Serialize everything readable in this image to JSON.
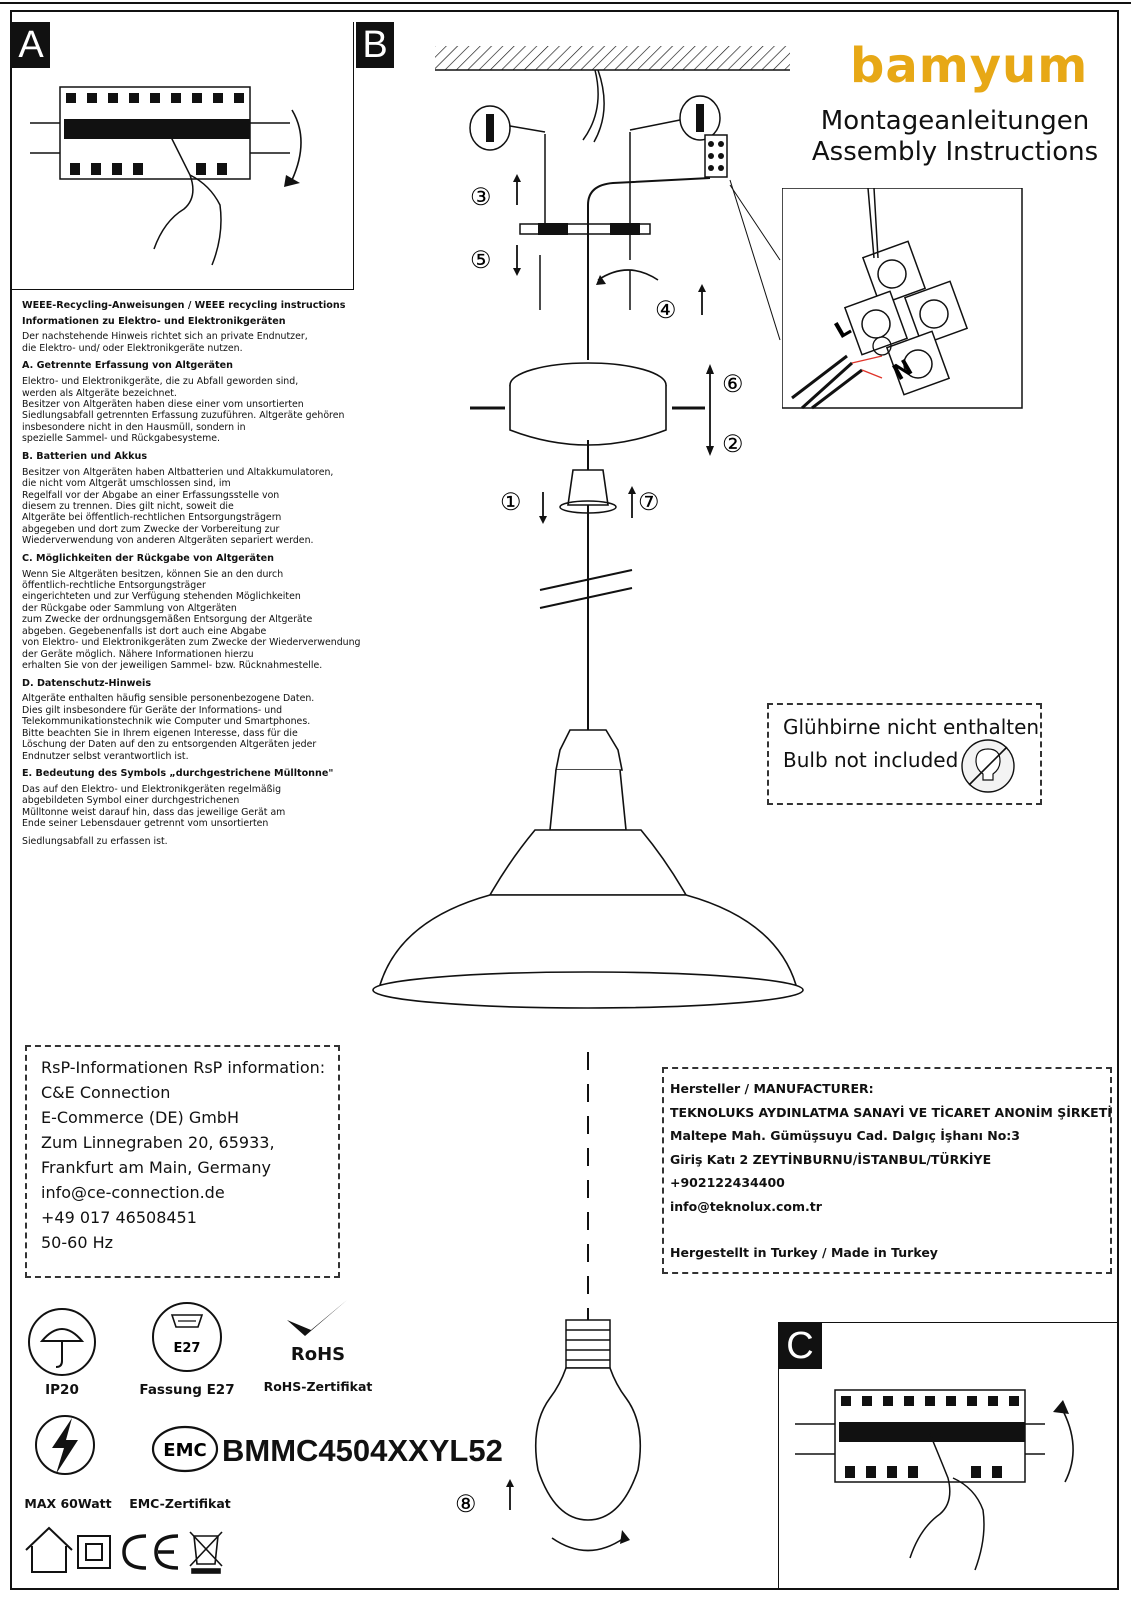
{
  "panels": {
    "a": "A",
    "b": "B",
    "c": "C"
  },
  "brand": {
    "logo": "bamyum",
    "title_de": "Montageanleitungen",
    "title_en": "Assembly Instructions"
  },
  "steps": [
    "①",
    "②",
    "③",
    "④",
    "⑤",
    "⑥",
    "⑦",
    "⑧"
  ],
  "wiring": {
    "live": "L",
    "neutral": "N"
  },
  "weee": {
    "heading": "WEEE-Recycling-Anweisungen / WEEE recycling instructions",
    "subheading": "Informationen zu Elektro- und Elektronikgeräten",
    "intro": "Der nachstehende Hinweis richtet sich an private Endnutzer,\n die Elektro- und/ oder Elektronikgeräte nutzen.",
    "sections": [
      {
        "title": "A. Getrennte Erfassung von Altgeräten",
        "text": "Elektro- und Elektronikgeräte, die zu Abfall geworden sind,\n werden als Altgeräte bezeichnet.\nBesitzer von Altgeräten haben diese einer vom unsortierten\nSiedlungsabfall getrennten Erfassung zuzuführen. Altgeräte gehören\ninsbesondere nicht in den Hausmüll, sondern in\nspezielle Sammel- und Rückgabesysteme."
      },
      {
        "title": "B. Batterien und Akkus",
        "text": "Besitzer von Altgeräten haben Altbatterien und Altakkumulatoren,\n die nicht vom Altgerät umschlossen sind, im\nRegelfall vor der Abgabe an einer Erfassungsstelle von\ndiesem zu trennen. Dies gilt nicht, soweit die\nAltgeräte bei öffentlich-rechtlichen Entsorgungsträgern\nabgegeben und dort zum Zwecke der Vorbereitung zur\nWiederverwendung von anderen Altgeräten separiert werden."
      },
      {
        "title": "C. Möglichkeiten der Rückgabe von Altgeräten",
        "text": "Wenn Sie Altgeräten besitzen, können Sie an den durch\nöffentlich-rechtliche Entsorgungsträger\neingerichteten und zur Verfügung stehenden Möglichkeiten\nder Rückgabe oder Sammlung von Altgeräten\n zum Zwecke der ordnungsgemäßen Entsorgung der Altgeräte\nabgeben. Gegebenenfalls ist dort auch eine Abgabe\n von Elektro- und Elektronikgeräten zum Zwecke der Wiederverwendung\nder Geräte möglich. Nähere Informationen hierzu\nerhalten Sie von der jeweiligen Sammel- bzw. Rücknahmestelle."
      },
      {
        "title": "D. Datenschutz-Hinweis",
        "text": "Altgeräte enthalten häufig sensible personenbezogene Daten.\nDies gilt insbesondere für Geräte der Informations- und\nTelekommunikationstechnik wie Computer und Smartphones.\n Bitte beachten Sie in Ihrem eigenen Interesse, dass für die\nLöschung der Daten auf den zu entsorgenden Altgeräten jeder\nEndnutzer selbst verantwortlich ist."
      },
      {
        "title": "E. Bedeutung des Symbols „durchgestrichene Mülltonne\"",
        "text": "Das auf den Elektro- und Elektronikgeräten regelmäßig\n abgebildeten Symbol einer durchgestrichenen\nMülltonne weist darauf hin, dass das jeweilige Gerät am\nEnde seiner Lebensdauer getrennt vom unsortierten"
      }
    ],
    "closing": "Siedlungsabfall zu erfassen ist."
  },
  "bulb_notice": {
    "de": "Glühbirne nicht enthalten",
    "en": "Bulb not included"
  },
  "rsp": {
    "lines": [
      "RsP-Informationen RsP information:",
      "C&E Connection",
      "E-Commerce (DE) GmbH",
      "Zum Linnegraben 20, 65933,",
      "Frankfurt am Main, Germany",
      "info@ce-connection.de",
      "+49 017 46508451",
      "50-60 Hz"
    ]
  },
  "manufacturer": {
    "lines": [
      "Hersteller / MANUFACTURER:",
      "TEKNOLUKS AYDINLATMA SANAYİ VE TİCARET ANONİM ŞİRKETİ",
      "Maltepe Mah. Gümüşsuyu Cad. Dalgıç İşhanı No:3",
      "Giriş Katı 2 ZEYTİNBURNU/İSTANBUL/TÜRKİYE",
      "+902122434400",
      "info@teknolux.com.tr",
      "",
      "Hergestellt in Turkey / Made in Turkey"
    ]
  },
  "badges": {
    "ip": "IP20",
    "socket_mark": "E27",
    "socket": "Fassung E27",
    "rohs_mark": "RoHS",
    "rohs": "RoHS-Zertifikat",
    "power": "MAX 60Watt",
    "emc_mark": "EMC",
    "emc": "EMC-Zertifikat"
  },
  "model": "BMMC4504XXYL52"
}
